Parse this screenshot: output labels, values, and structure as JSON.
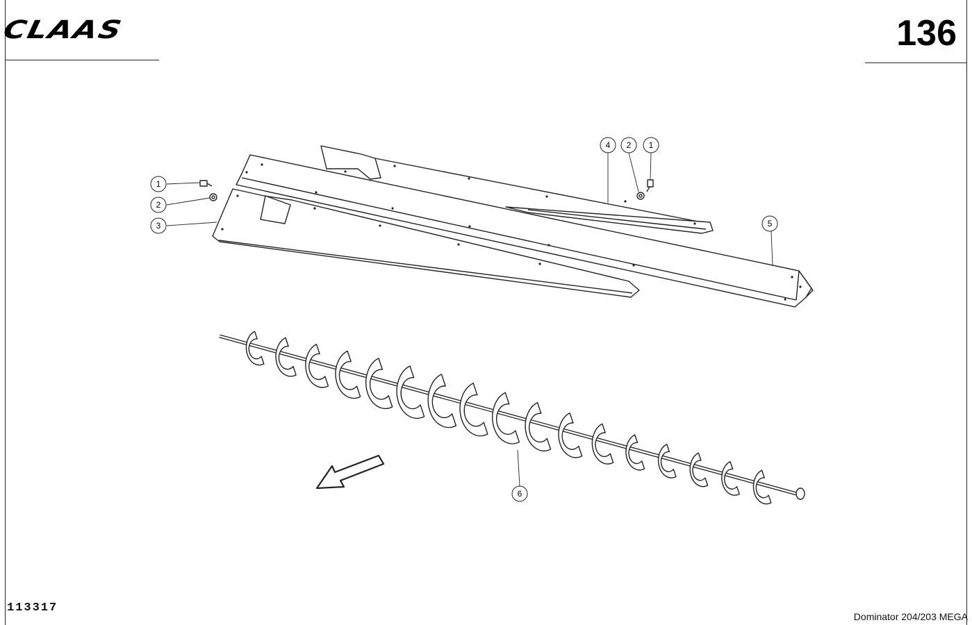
{
  "header": {
    "brand_logo": "CLAAS",
    "page_number": "136"
  },
  "footer": {
    "document_id": "113317",
    "model": "Dominator 204/203 MEGA"
  },
  "callouts": [
    {
      "key": "c1a",
      "label": "1"
    },
    {
      "key": "c2a",
      "label": "2"
    },
    {
      "key": "c3",
      "label": "3"
    },
    {
      "key": "c4",
      "label": "4"
    },
    {
      "key": "c2b",
      "label": "2"
    },
    {
      "key": "c1b",
      "label": "1"
    },
    {
      "key": "c5",
      "label": "5"
    },
    {
      "key": "c6",
      "label": "6"
    }
  ],
  "icons": {
    "direction_arrow": "flow-direction-arrow-icon",
    "bolt": "bolt-icon",
    "washer": "washer-icon"
  }
}
